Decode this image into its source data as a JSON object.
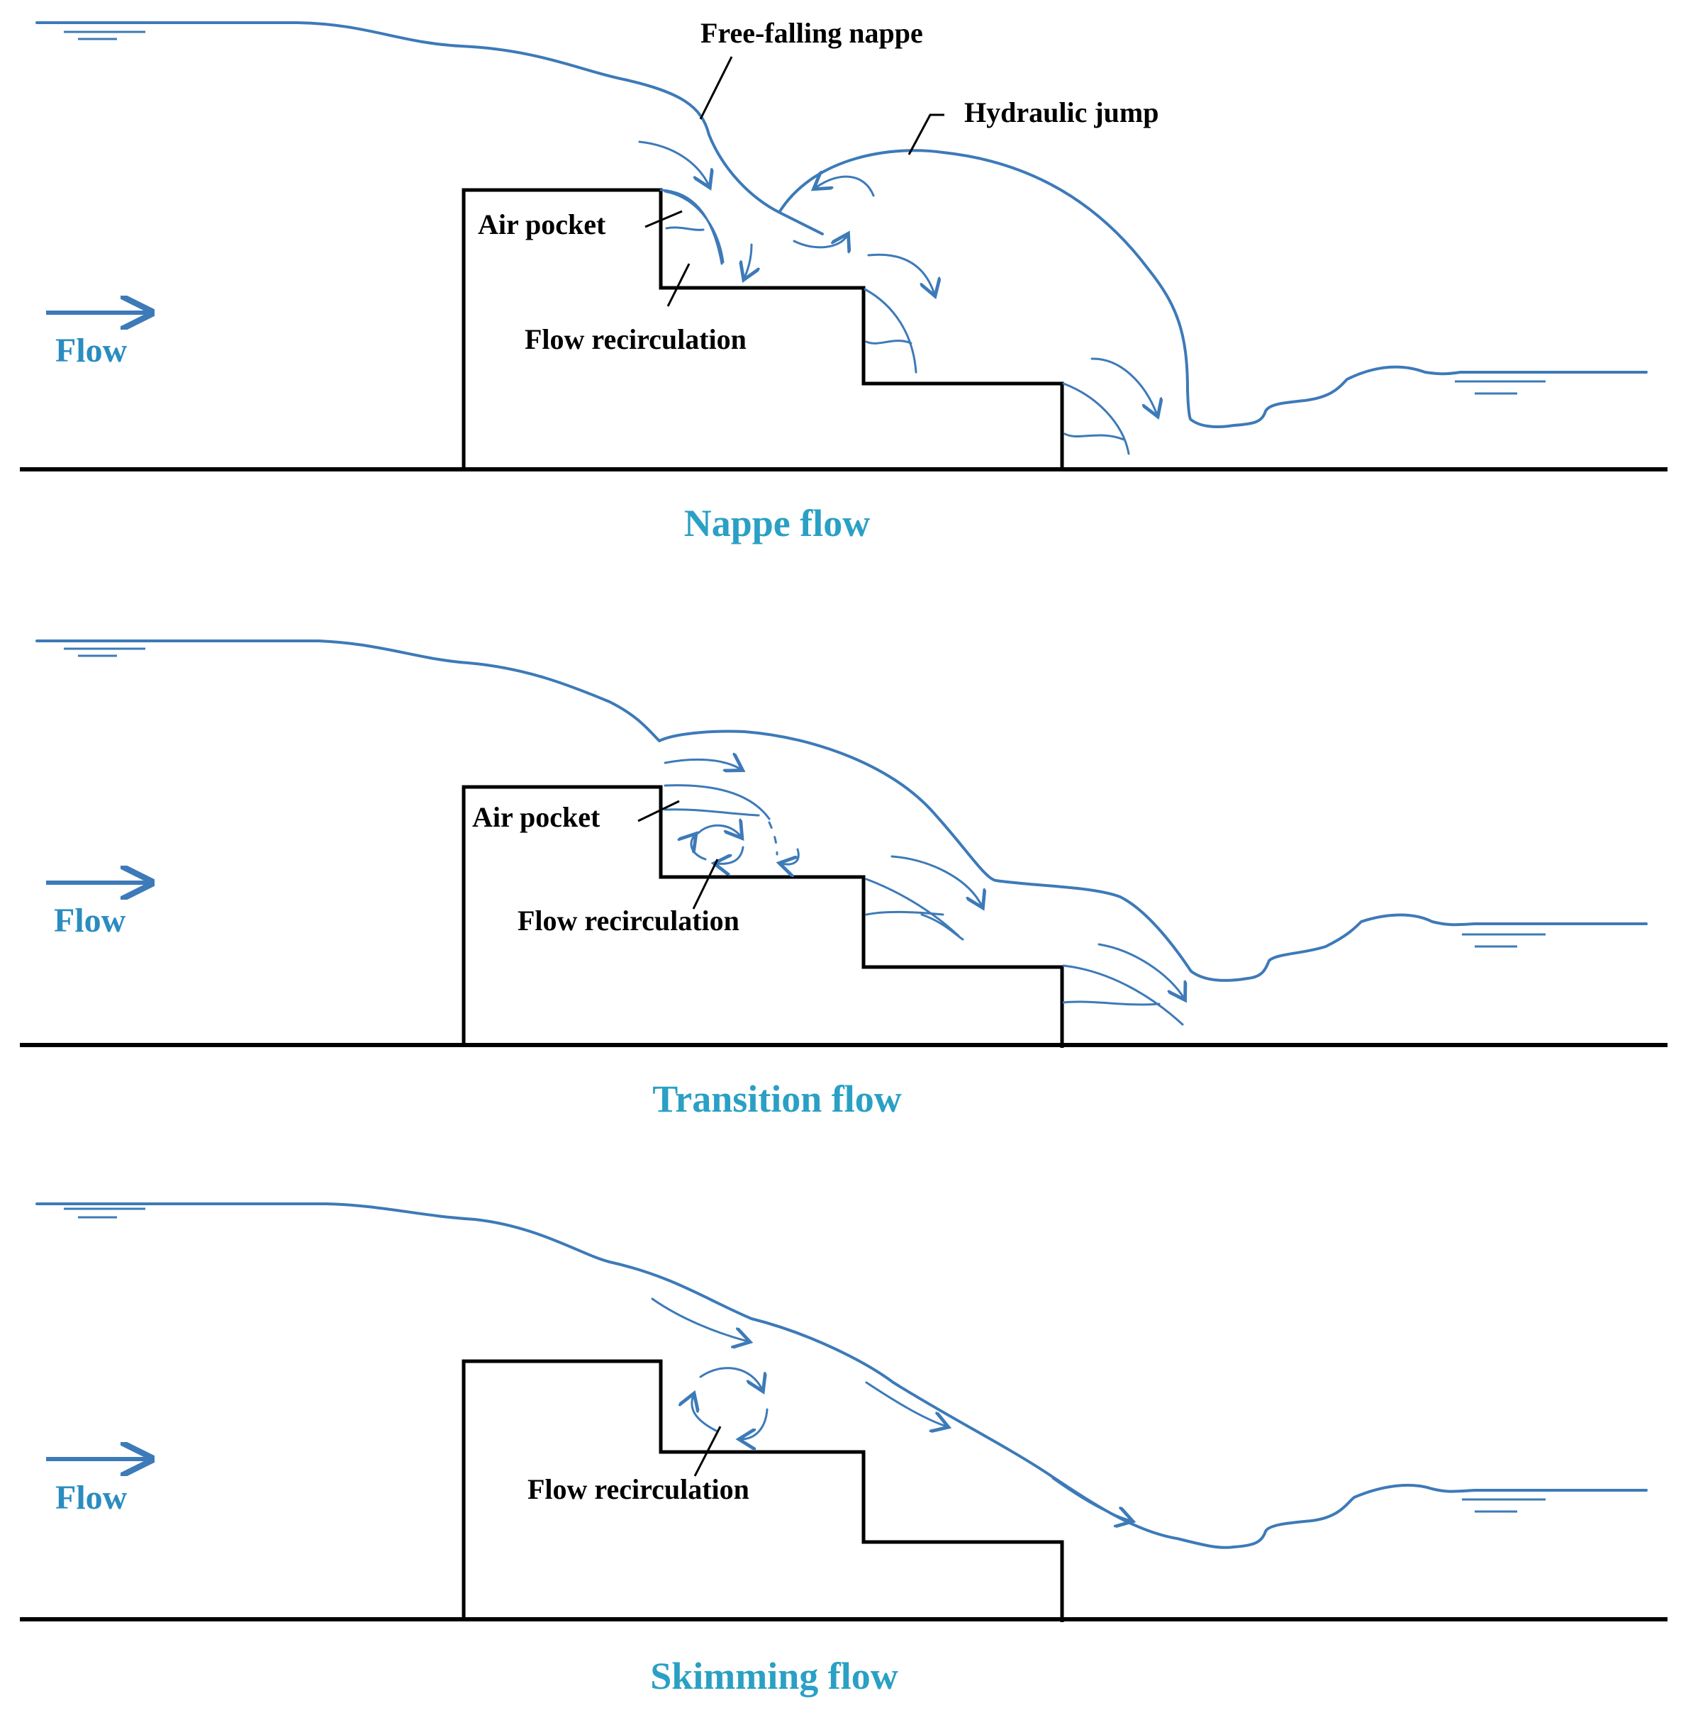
{
  "colors": {
    "water": "#3d7ab8",
    "caption": "#2aa0c4",
    "flow_label": "#2a8cc0",
    "structure": "#000000"
  },
  "panels": [
    {
      "caption": "Nappe flow",
      "flow_label": "Flow",
      "labels": {
        "nappe": "Free-falling nappe",
        "jump": "Hydraulic jump",
        "air_pocket": "Air pocket",
        "recirculation": "Flow recirculation"
      }
    },
    {
      "caption": "Transition flow",
      "flow_label": "Flow",
      "labels": {
        "air_pocket": "Air pocket",
        "recirculation": "Flow recirculation"
      }
    },
    {
      "caption": "Skimming flow",
      "flow_label": "Flow",
      "labels": {
        "recirculation": "Flow recirculation"
      }
    }
  ]
}
